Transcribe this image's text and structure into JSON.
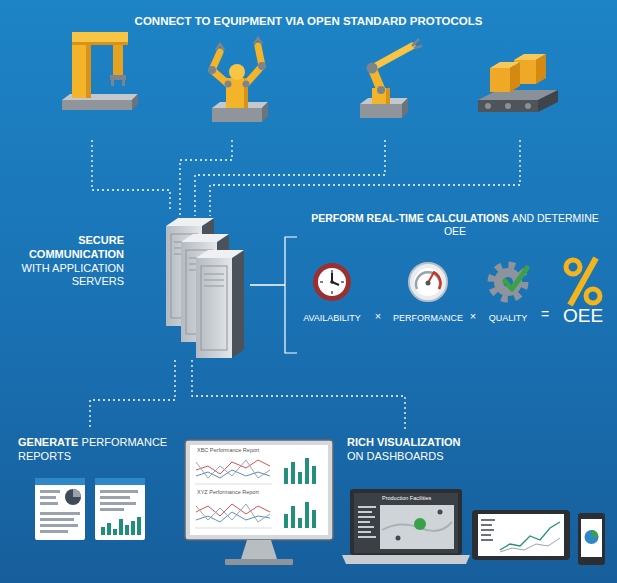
{
  "diagram": {
    "nodes": [
      {
        "text": [
          "CONNECT TO EQUIPMENT VIA OPEN STANDARD PROTOCOLS"
        ]
      },
      {
        "text": [
          "SECURE COMMUNICATION",
          "WITH APPLICATION SERVERS"
        ]
      },
      {
        "text": [
          "PERFORM REAL-TIME CALCULATIONS",
          "AND DETERMINE OEE"
        ]
      },
      {
        "text": [
          "GENERATE",
          "PERFORMANCE REPORTS"
        ]
      },
      {
        "text": [
          "RICH VISUALIZATION",
          "ON DASHBOARDS"
        ]
      }
    ],
    "edges": [
      {
        "from": 0,
        "to": 1,
        "arrow": "none"
      },
      {
        "from": 1,
        "to": 2,
        "arrow": "none"
      },
      {
        "from": 1,
        "to": 3,
        "arrow": "none"
      },
      {
        "from": 1,
        "to": 4,
        "arrow": "none"
      }
    ],
    "labels": [
      "AVAILABILITY",
      "×",
      "PERFORMANCE",
      "×",
      "QUALITY",
      "=",
      "OEE",
      "XBC Performance Report",
      "XYZ Performance Report",
      "Production Facilities"
    ]
  }
}
